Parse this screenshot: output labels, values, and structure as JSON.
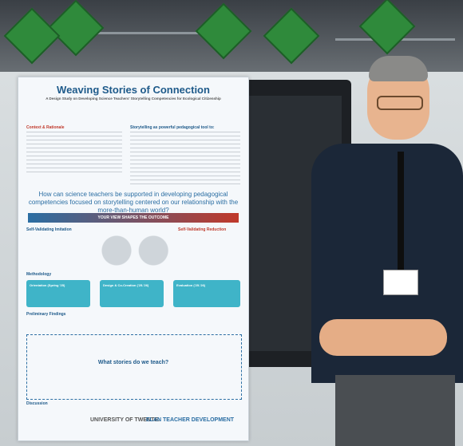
{
  "poster": {
    "title": "Weaving Stories of Connection",
    "subtitle": "A Design Study on Developing Science Teachers' Storytelling Competencies for Ecological Citizenship",
    "context_head": "Context & Rationale",
    "storytelling_head": "Storytelling as powerful pedagogical tool to:",
    "question": "How can science teachers be supported in developing pedagogical competencies focused on storytelling centered on our relationship with the more-than-human world?",
    "arrow_text": "YOUR VIEW SHAPES THE OUTCOME",
    "left_concept": "Self-Validating Imitation",
    "right_concept": "Self-Validating Reduction",
    "methodology_head": "Methodology",
    "box1": "Orientation (Spring '25)",
    "box2": "Design & Co-Creation ('25-'26)",
    "box3": "Evaluation ('25-'26)",
    "preliminary_head": "Preliminary Findings",
    "stories_head": "What stories do we teach?",
    "discussion_head": "Discussion",
    "footer_uni": "UNIVERSITY OF TWENTE.",
    "footer_elan": "ELAN TEACHER DEVELOPMENT"
  },
  "colors": {
    "poster_blue": "#2b6ea3",
    "poster_red": "#c0392b",
    "teal": "#3fb4c8",
    "shirt": "#1b2738",
    "cube_green": "#2f8a3b"
  }
}
